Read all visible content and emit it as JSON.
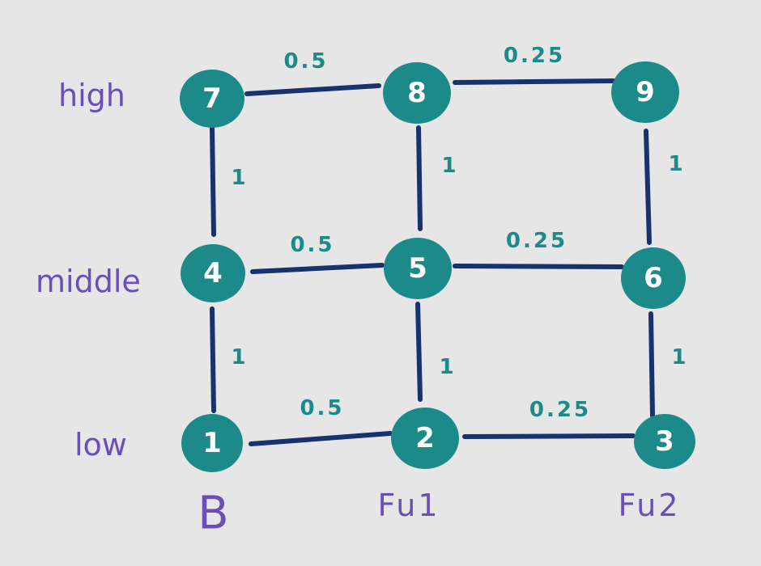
{
  "graph": {
    "colors": {
      "background": "#e6e6e6",
      "edge": "#17326e",
      "node": "#1b8a88",
      "node_text": "#ffffff",
      "weight_text": "#1b8a88",
      "axis_text": "#6a4fb8"
    },
    "row_labels": {
      "high": "high",
      "middle": "middle",
      "low": "low"
    },
    "col_labels": {
      "b": "B",
      "fu1": "Fu1",
      "fu2": "Fu2"
    },
    "nodes": [
      {
        "id": "1",
        "label": "1"
      },
      {
        "id": "2",
        "label": "2"
      },
      {
        "id": "3",
        "label": "3"
      },
      {
        "id": "4",
        "label": "4"
      },
      {
        "id": "5",
        "label": "5"
      },
      {
        "id": "6",
        "label": "6"
      },
      {
        "id": "7",
        "label": "7"
      },
      {
        "id": "8",
        "label": "8"
      },
      {
        "id": "9",
        "label": "9"
      }
    ],
    "edges": [
      {
        "from": "7",
        "to": "8",
        "weight": "0.5"
      },
      {
        "from": "8",
        "to": "9",
        "weight": "0.25"
      },
      {
        "from": "4",
        "to": "5",
        "weight": "0.5"
      },
      {
        "from": "5",
        "to": "6",
        "weight": "0.25"
      },
      {
        "from": "1",
        "to": "2",
        "weight": "0.5"
      },
      {
        "from": "2",
        "to": "3",
        "weight": "0.25"
      },
      {
        "from": "7",
        "to": "4",
        "weight": "1"
      },
      {
        "from": "8",
        "to": "5",
        "weight": "1"
      },
      {
        "from": "9",
        "to": "6",
        "weight": "1"
      },
      {
        "from": "4",
        "to": "1",
        "weight": "1"
      },
      {
        "from": "5",
        "to": "2",
        "weight": "1"
      },
      {
        "from": "6",
        "to": "3",
        "weight": "1"
      }
    ]
  }
}
